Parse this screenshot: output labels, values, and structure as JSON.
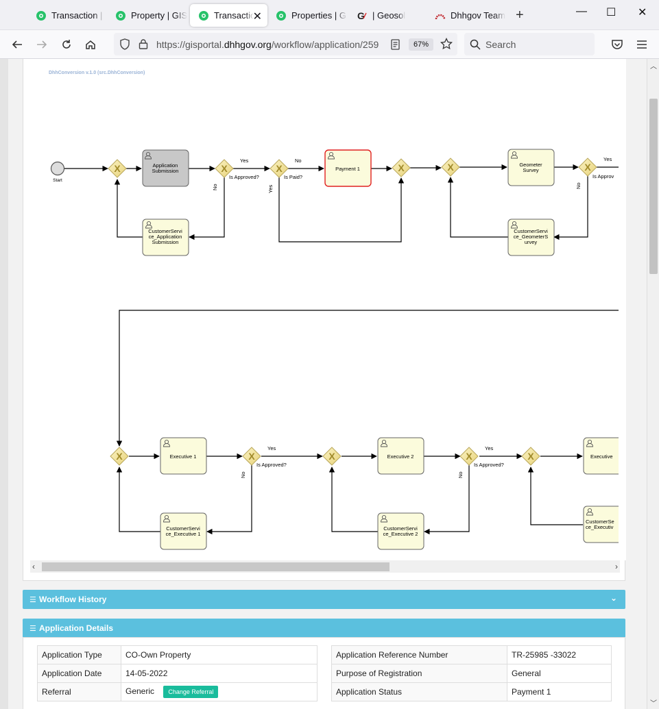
{
  "browser": {
    "tabs": [
      {
        "label": "Transaction | G",
        "active": false,
        "icon": "gis-globe-icon"
      },
      {
        "label": "Property | GIS",
        "active": false,
        "icon": "gis-globe-icon"
      },
      {
        "label": "Transaction",
        "active": true,
        "icon": "gis-globe-icon"
      },
      {
        "label": "Properties | GI",
        "active": false,
        "icon": "gis-globe-icon"
      },
      {
        "label": "| Geosol",
        "active": false,
        "icon": "geosol-g-icon"
      },
      {
        "label": "Dhhgov Team",
        "active": false,
        "icon": "team-arc-icon"
      }
    ],
    "url_prefix": "https://gisportal.",
    "url_domain": "dhhgov.org",
    "url_path": "/workflow/application/259",
    "zoom": "67%",
    "search_placeholder": "Search"
  },
  "diagram": {
    "version_label": "DhhConversion v.1.0 (src.DhhConversion)",
    "start_label": "Start",
    "row1_tasks": {
      "application_submission": "Application Submission",
      "payment": "Payment 1",
      "geometer_survey": "Geometer Survey",
      "cs_application_submission": "CustomerServi ce_Application Submission",
      "cs_geometer_survey": "CustomerServi ce_GeometerS urvey"
    },
    "row2_tasks": {
      "executive_1": "Executive 1",
      "executive_2": "Executive 2",
      "executive_3": "Executive",
      "cs_executive_1": "CustomerServi ce_Executive 1",
      "cs_executive_2": "CustomerServi ce_Executive 2",
      "cs_executive_3": "CustomerSe ce_Executiv"
    },
    "gateway_labels": {
      "is_approved": "Is Approved?",
      "is_approved_cut": "Is Approv",
      "is_paid": "Is Paid?",
      "yes": "Yes",
      "no": "No"
    }
  },
  "workflow_history": {
    "title": "Workflow History"
  },
  "application_details": {
    "title": "Application Details",
    "left": [
      {
        "key": "Application Type",
        "value": "CO-Own Property"
      },
      {
        "key": "Application Date",
        "value": "14-05-2022"
      },
      {
        "key": "Referral",
        "value": "Generic"
      }
    ],
    "right": [
      {
        "key": "Application Reference Number",
        "value": "TR-25985 -33022"
      },
      {
        "key": "Purpose of Registration",
        "value": "General"
      },
      {
        "key": "Application Status",
        "value": "Payment 1"
      }
    ],
    "change_referral_label": "Change Referral"
  }
}
